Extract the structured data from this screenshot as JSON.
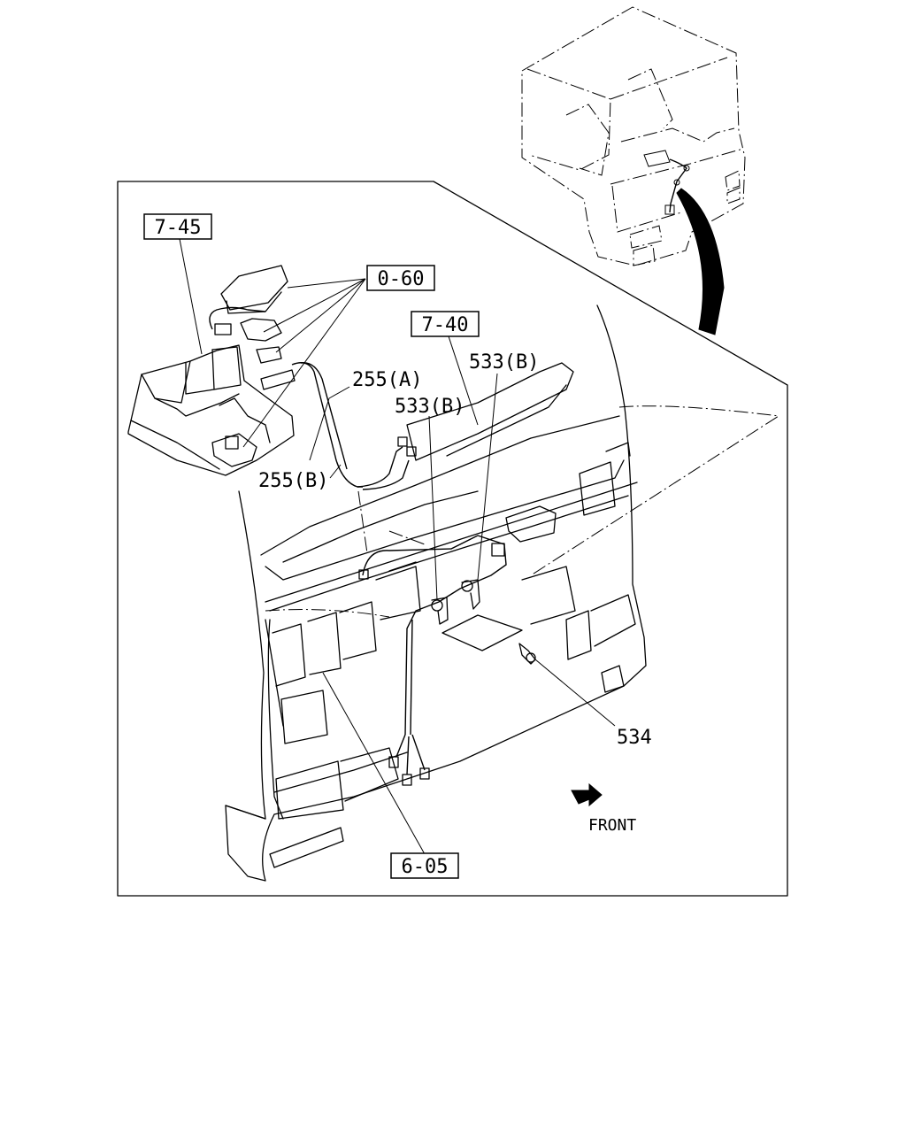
{
  "labels": {
    "ref_7_45": "7-45",
    "ref_0_60": "0-60",
    "ref_7_40": "7-40",
    "ref_6_05": "6-05",
    "part_255a": "255(A)",
    "part_255b": "255(B)",
    "part_533b_upper": "533(B)",
    "part_533b_lower": "533(B)",
    "part_534": "534",
    "front": "FRONT"
  },
  "icons": {
    "front_arrow": "front-direction-arrow-icon"
  }
}
